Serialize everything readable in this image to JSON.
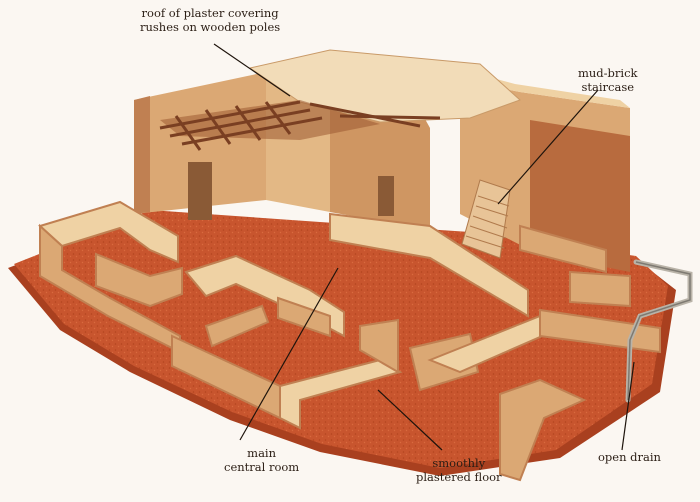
{
  "labels": {
    "roof": [
      "roof of plaster covering",
      "rushes on wooden poles"
    ],
    "staircase": [
      "mud-brick",
      "staircase"
    ],
    "drain": [
      "open drain"
    ],
    "central": [
      "main",
      "central room"
    ],
    "floor": [
      "smoothly",
      "plastered floor"
    ]
  },
  "colors": {
    "floor": "#c8552e",
    "floor_dark": "#a9401f",
    "wall_top": "#efd2a4",
    "wall_front": "#dba874",
    "wall_side": "#c08052",
    "roof": "#f2dcb8",
    "beam": "#7a3f22",
    "leader": "#1e140c"
  }
}
